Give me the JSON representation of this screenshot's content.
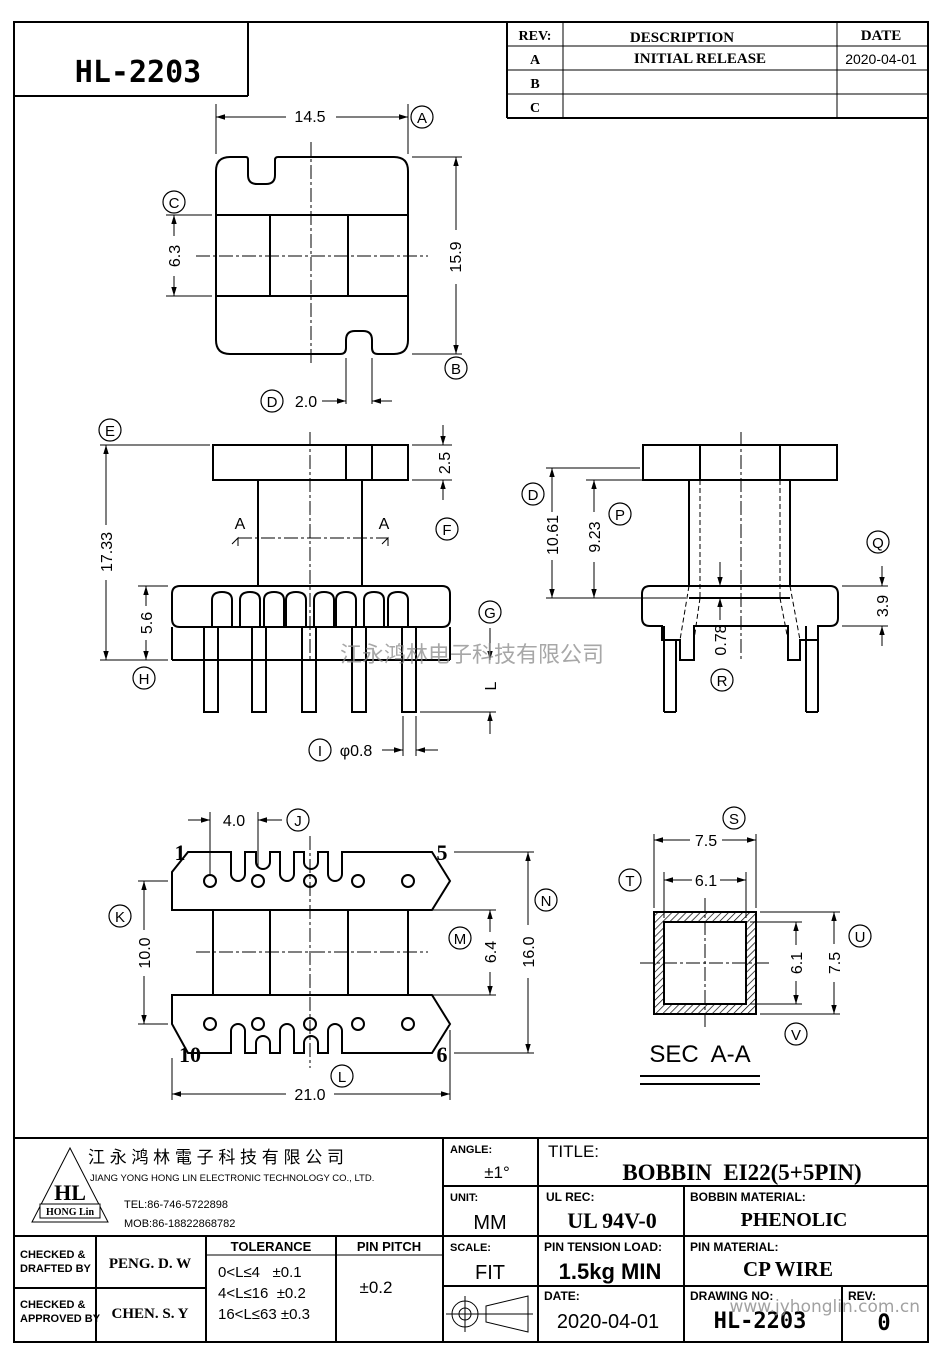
{
  "part_number": "HL-2203",
  "revision_table": {
    "headers": {
      "rev": "REV:",
      "description": "DESCRIPTION",
      "date": "DATE"
    },
    "rows": [
      {
        "rev": "A",
        "description": "INITIAL RELEASE",
        "date": "2020-04-01"
      },
      {
        "rev": "B",
        "description": "",
        "date": ""
      },
      {
        "rev": "C",
        "description": "",
        "date": ""
      }
    ]
  },
  "dimensions": {
    "d_14_5": "14.5",
    "d_15_9": "15.9",
    "d_6_3": "6.3",
    "d_2_0": "2.0",
    "d_2_5": "2.5",
    "d_17_33": "17.33",
    "d_5_6": "5.6",
    "d_L": "L",
    "d_phi08": "φ0.8",
    "d_10_61": "10.61",
    "d_9_23": "9.23",
    "d_3_9": "3.9",
    "d_0_78": "0.78",
    "d_4_0": "4.0",
    "d_10_0": "10.0",
    "d_6_4": "6.4",
    "d_16_0": "16.0",
    "d_21_0": "21.0",
    "d_7_5_top": "7.5",
    "d_6_1_top": "6.1",
    "d_6_1_side": "6.1",
    "d_7_5_side": "7.5"
  },
  "labels": {
    "A": "A",
    "B": "B",
    "C": "C",
    "D": "D",
    "E": "E",
    "F": "F",
    "G": "G",
    "H": "H",
    "I": "I",
    "J": "J",
    "K": "K",
    "L": "L",
    "M": "M",
    "N": "N",
    "P": "P",
    "Q": "Q",
    "R": "R",
    "S": "S",
    "T": "T",
    "U": "U",
    "V": "V",
    "section_a": "A",
    "section_a2": "A"
  },
  "pins": {
    "p1": "1",
    "p5": "5",
    "p10": "10",
    "p6": "6"
  },
  "section_title": "SEC  A-A",
  "watermark": "江永鸿林电子科技有限公司",
  "watermark_url": "www.jyhonglin.com.cn",
  "title_block": {
    "company_cn": "江 永 鸿 林 電 子 科 技 有 限 公 司",
    "company_en": "JIANG YONG HONG LIN ELECTRONIC TECHNOLOGY CO., LTD.",
    "tel": "TEL:86-746-5722898",
    "mob": "MOB:86-18822868782",
    "logo": "HL",
    "logo_sub": "HONG Lin",
    "angle_label": "ANGLE:",
    "angle_value": "±1°",
    "unit_label": "UNIT:",
    "unit_value": "MM",
    "scale_label": "SCALE:",
    "scale_value": "FIT",
    "title_label": "TITLE:",
    "title_value": "BOBBIN  EI22(5+5PIN)",
    "ul_label": "UL REC:",
    "ul_value": "UL 94V-0",
    "material_label": "BOBBIN MATERIAL:",
    "material_value": "PHENOLIC",
    "tension_label": "PIN TENSION LOAD:",
    "tension_value": "1.5kg MIN",
    "pin_mat_label": "PIN MATERIAL:",
    "pin_mat_value": "CP WIRE",
    "date_label": "DATE:",
    "date_value": "2020-04-01",
    "drawing_label": "DRAWING NO:",
    "drawing_value": "HL-2203",
    "rev_label": "REV:",
    "rev_value": "0",
    "checked_drafted": [
      "CHECKED &",
      "DRAFTED BY"
    ],
    "drafted_name": "PENG. D. W",
    "checked_approved": [
      "CHECKED &",
      "APPROVED BY"
    ],
    "approved_name": "CHEN. S. Y",
    "tolerance_label": "TOLERANCE",
    "tolerance_rows": [
      "0<L≤4   ±0.1",
      "4<L≤16  ±0.2",
      "16<L≤63 ±0.3"
    ],
    "pitch_label": "PIN PITCH",
    "pitch_value": "±0.2"
  }
}
